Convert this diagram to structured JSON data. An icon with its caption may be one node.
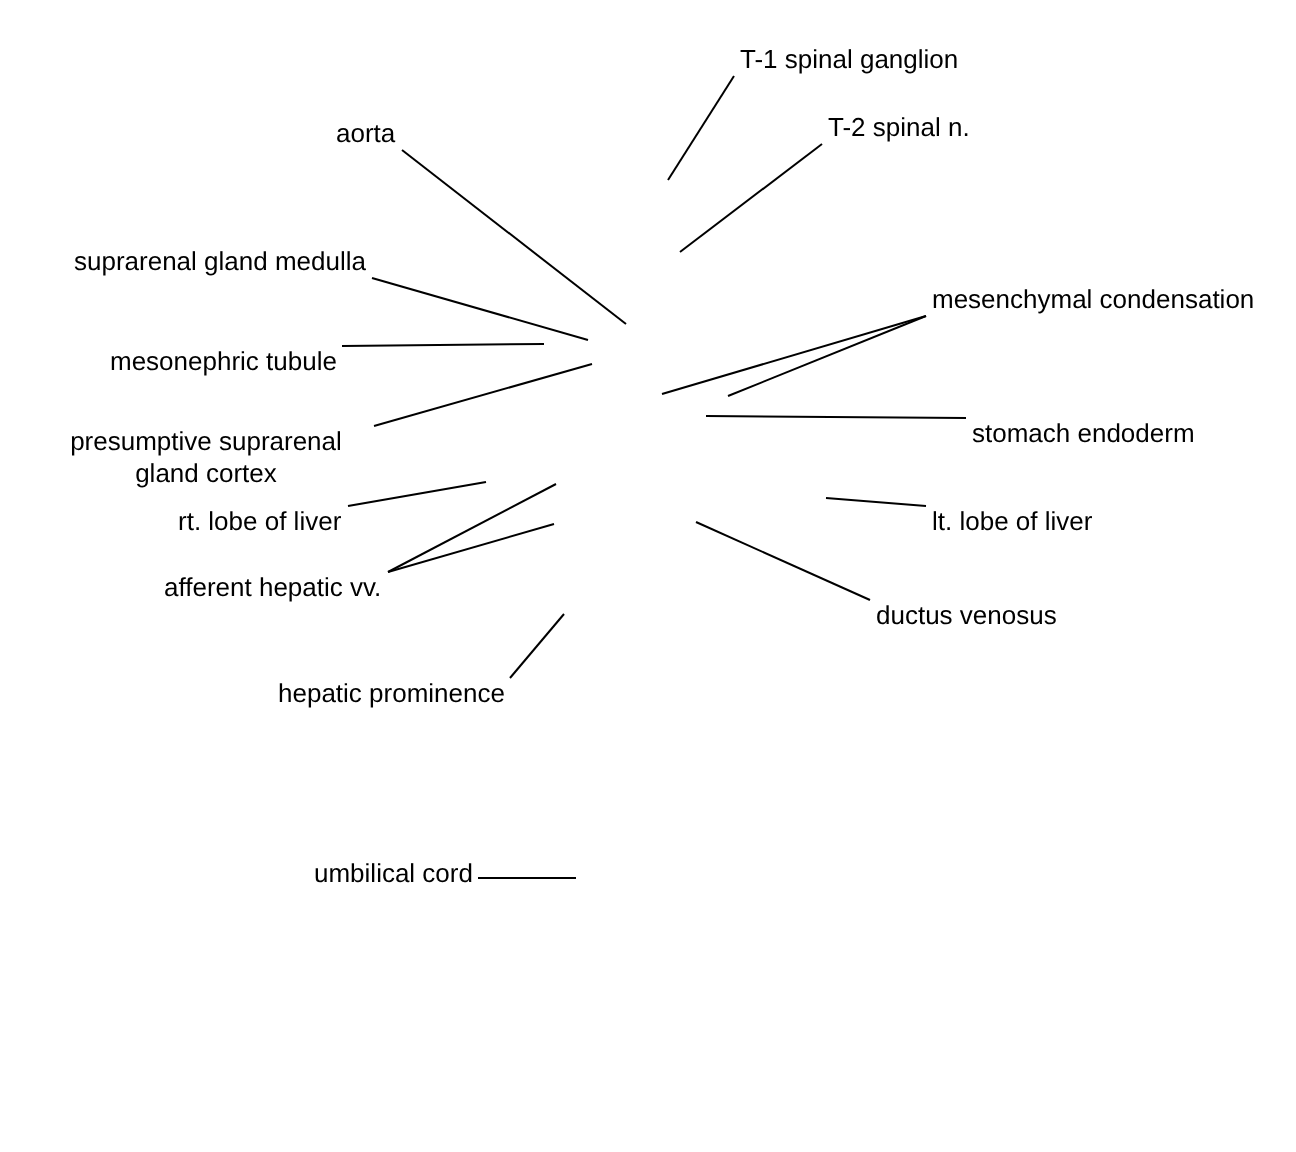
{
  "diagram": {
    "nodes": [
      {
        "text": [
          "T-1 spinal ganglion"
        ]
      },
      {
        "text": [
          "T-2 spinal n."
        ]
      },
      {
        "text": [
          "aorta"
        ]
      },
      {
        "text": [
          "suprarenal gland medulla"
        ]
      },
      {
        "text": [
          "mesenchymal condensation"
        ]
      },
      {
        "text": [
          "mesonephric tubule"
        ]
      },
      {
        "text": [
          "presumptive suprarenal gland cortex"
        ]
      },
      {
        "text": [
          "stomach endoderm"
        ]
      },
      {
        "text": [
          "rt. lobe of liver"
        ]
      },
      {
        "text": [
          "lt. lobe of liver"
        ]
      },
      {
        "text": [
          "afferent hepatic vv."
        ]
      },
      {
        "text": [
          "ductus venosus"
        ]
      },
      {
        "text": [
          "hepatic prominence"
        ]
      },
      {
        "text": [
          "umbilical cord"
        ]
      }
    ],
    "edges": [
      {
        "from": 0,
        "to": null,
        "arrow": "none"
      },
      {
        "from": 1,
        "to": null,
        "arrow": "none"
      },
      {
        "from": 2,
        "to": null,
        "arrow": "none"
      },
      {
        "from": 3,
        "to": null,
        "arrow": "none"
      },
      {
        "from": 4,
        "to": null,
        "arrow": "none"
      },
      {
        "from": 4,
        "to": null,
        "arrow": "none"
      },
      {
        "from": 5,
        "to": null,
        "arrow": "none"
      },
      {
        "from": 6,
        "to": null,
        "arrow": "none"
      },
      {
        "from": 7,
        "to": null,
        "arrow": "none"
      },
      {
        "from": 8,
        "to": null,
        "arrow": "none"
      },
      {
        "from": 9,
        "to": null,
        "arrow": "none"
      },
      {
        "from": 10,
        "to": null,
        "arrow": "none"
      },
      {
        "from": 10,
        "to": null,
        "arrow": "none"
      },
      {
        "from": 11,
        "to": null,
        "arrow": "none"
      },
      {
        "from": 12,
        "to": null,
        "arrow": "none"
      },
      {
        "from": 13,
        "to": null,
        "arrow": "none"
      }
    ]
  }
}
